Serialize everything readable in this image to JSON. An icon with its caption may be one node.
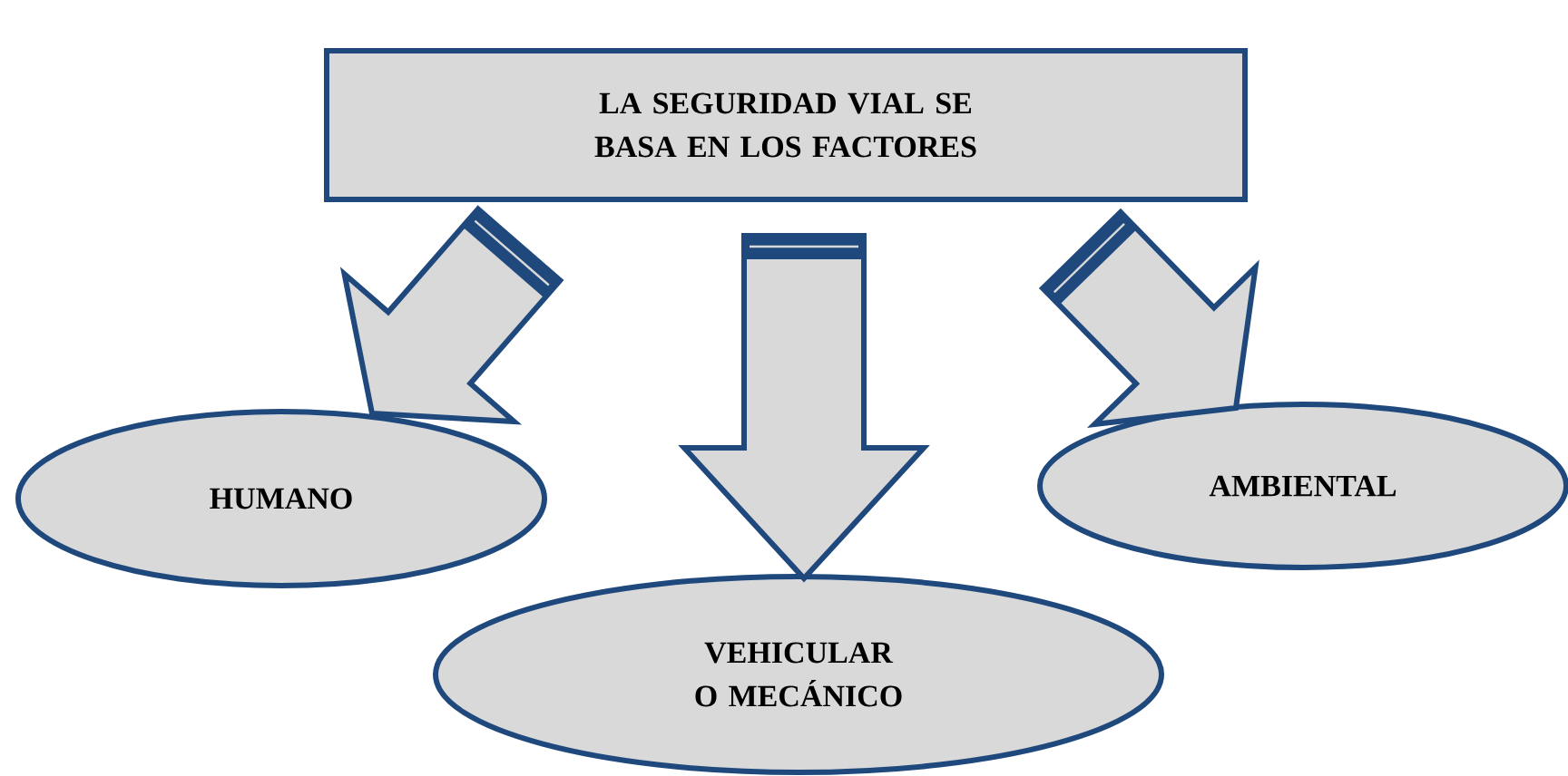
{
  "diagram": {
    "nodes": [
      {
        "text": [
          "LA SEGURIDAD VIAL SE BASA EN LOS FACTORES"
        ]
      },
      {
        "text": [
          "HUMANO"
        ]
      },
      {
        "text": [
          "VEHICULAR O MECÁNICO"
        ]
      },
      {
        "text": [
          "AMBIENTAL"
        ]
      }
    ],
    "edges": [
      {
        "from": 0,
        "to": 1,
        "arrow": "to"
      },
      {
        "from": 0,
        "to": 2,
        "arrow": "to"
      },
      {
        "from": 0,
        "to": 3,
        "arrow": "to"
      }
    ]
  }
}
